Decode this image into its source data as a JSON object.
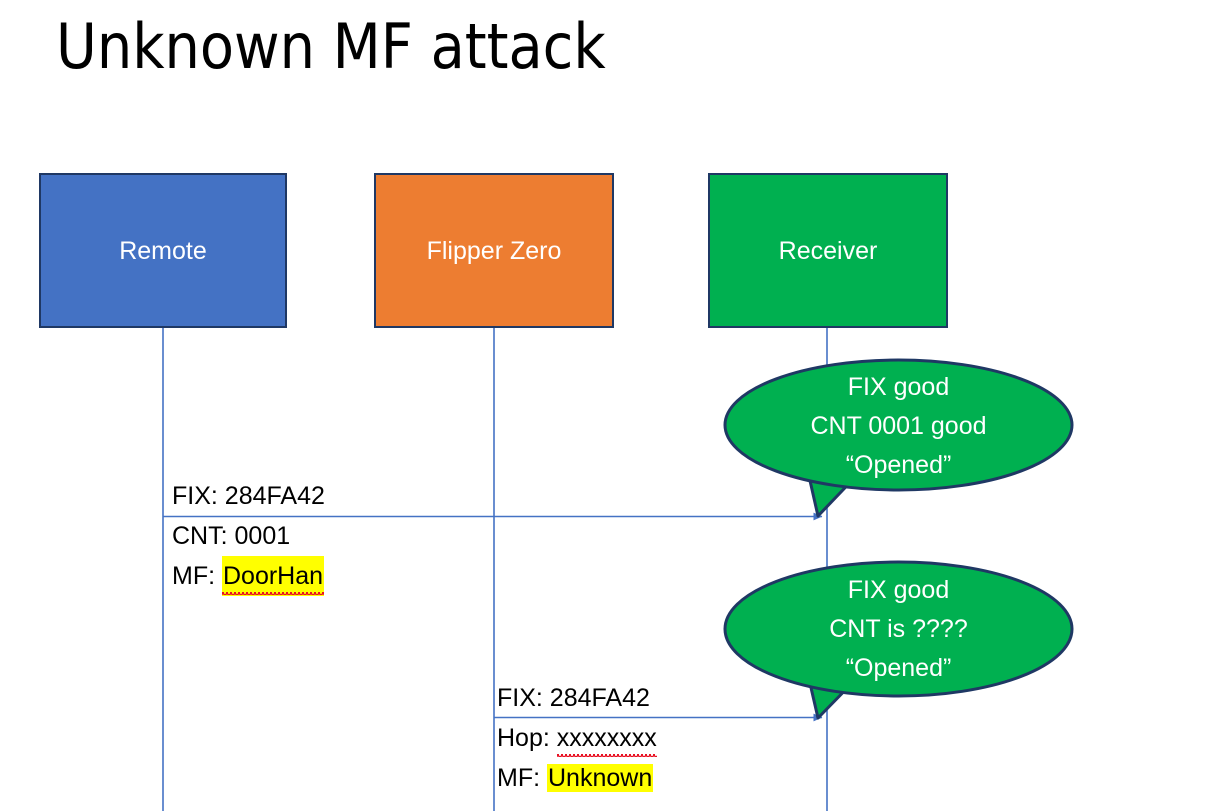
{
  "slide": {
    "title": "Unknown MF attack",
    "background": "#ffffff"
  },
  "colors": {
    "remote_blue": "#4472C4",
    "flipper_orange": "#ED7D31",
    "receiver_green": "#00B050",
    "box_border": "#1f3864",
    "lifeline": "#4472C4",
    "arrow": "#4472C4",
    "highlight_yellow": "#FFFF00",
    "spell_error_underline": "#E81123",
    "bubble_fill": "#00B050",
    "bubble_border": "#1f3864",
    "text_dark": "#000000",
    "text_light": "#ffffff"
  },
  "actors": [
    {
      "id": "remote",
      "label": "Remote",
      "color": "#4472C4"
    },
    {
      "id": "flipper",
      "label": "Flipper Zero",
      "color": "#ED7D31"
    },
    {
      "id": "receiver",
      "label": "Receiver",
      "color": "#00B050"
    }
  ],
  "messages": [
    {
      "id": "msg-1",
      "from": "remote",
      "to": "receiver",
      "lines": [
        {
          "label": "FIX:",
          "value": "284FA42",
          "highlight": false,
          "spell_error": false
        },
        {
          "label": "CNT:",
          "value": "0001",
          "highlight": false,
          "spell_error": false
        },
        {
          "label": "MF:",
          "value": "DoorHan",
          "highlight": true,
          "spell_error": true
        }
      ]
    },
    {
      "id": "msg-2",
      "from": "flipper",
      "to": "receiver",
      "lines": [
        {
          "label": "FIX:",
          "value": "284FA42",
          "highlight": false,
          "spell_error": false
        },
        {
          "label": "Hop:",
          "value": "xxxxxxxx",
          "highlight": false,
          "spell_error": true
        },
        {
          "label": "MF:",
          "value": "Unknown",
          "highlight": true,
          "spell_error": false
        }
      ]
    }
  ],
  "bubbles": [
    {
      "id": "bubble-1",
      "owner": "receiver",
      "lines": [
        "FIX good",
        "CNT 0001 good",
        "“Opened”"
      ]
    },
    {
      "id": "bubble-2",
      "owner": "receiver",
      "lines": [
        "FIX good",
        "CNT is ????",
        "“Opened”"
      ]
    }
  ]
}
